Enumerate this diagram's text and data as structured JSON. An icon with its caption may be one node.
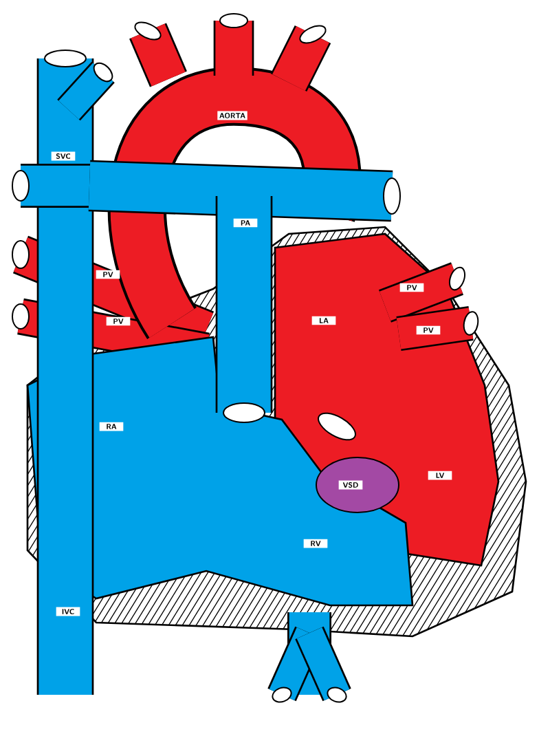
{
  "diagram": {
    "labels": [
      "AORTA",
      "SVC",
      "PA",
      "PV",
      "PV",
      "LA",
      "PV",
      "PV",
      "RA",
      "LV",
      "VSD",
      "RV",
      "IVC"
    ]
  }
}
